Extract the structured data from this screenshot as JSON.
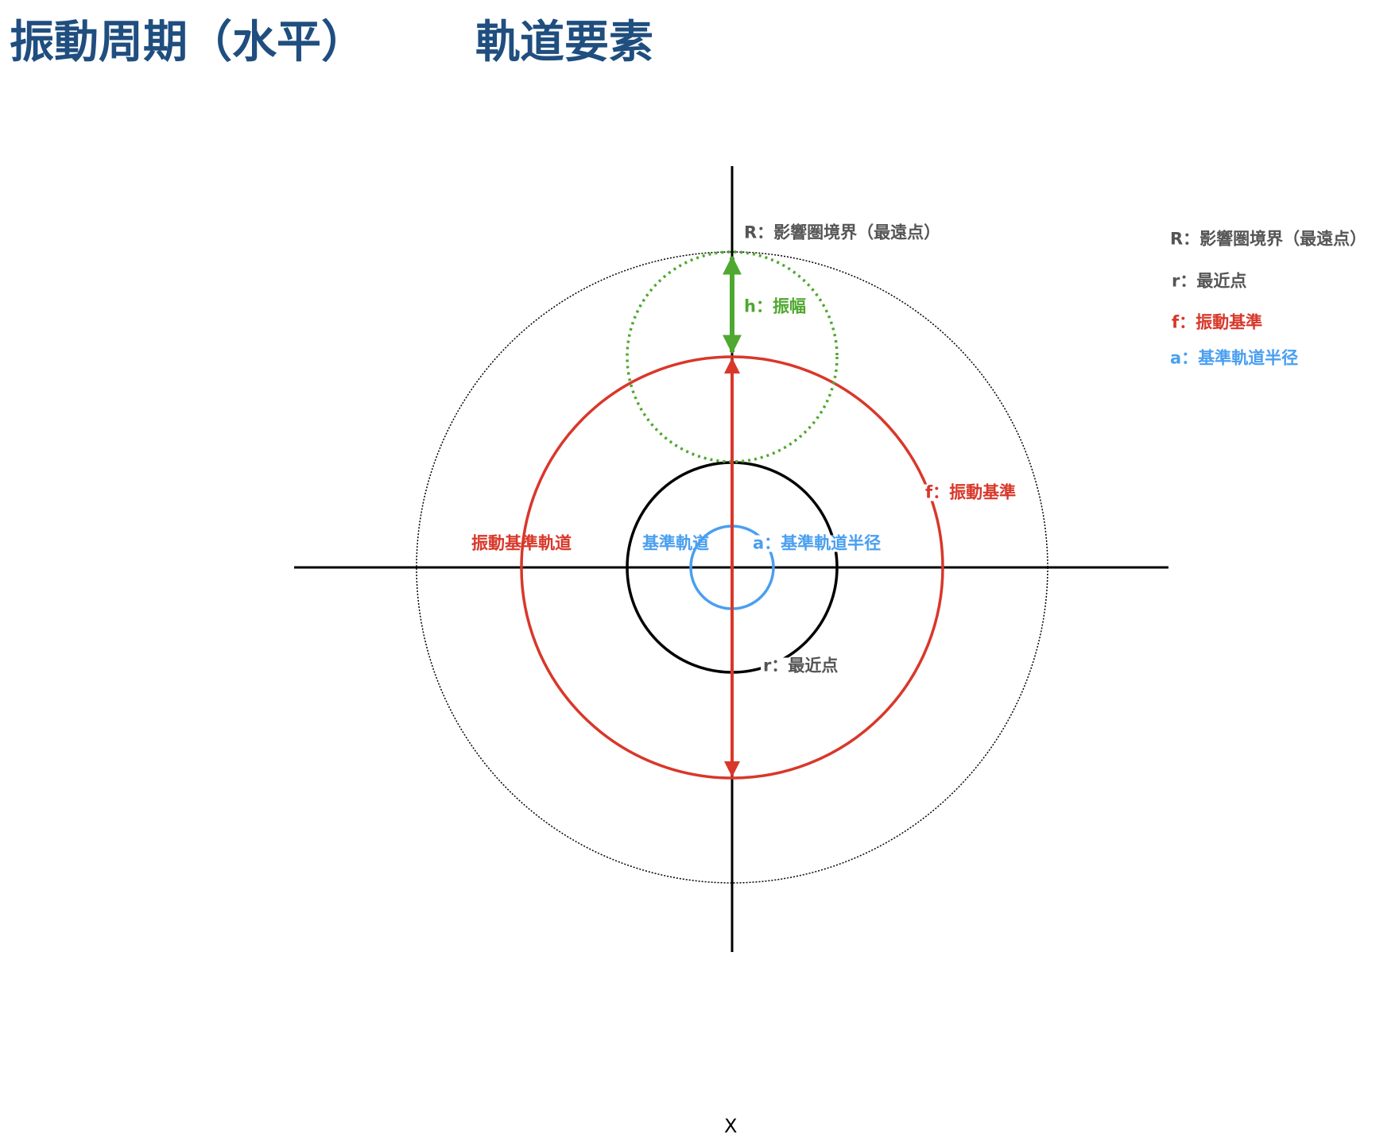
{
  "header": {
    "title_left": "振動周期（水平）",
    "title_right": "軌道要素"
  },
  "diagram": {
    "label_R": "R：影響圏境界（最遠点）",
    "label_h": "h：振幅",
    "label_f": "f：振動基準",
    "label_f_orbit": "振動基準軌道",
    "label_base_orbit": "基準軌道",
    "label_a": "a：基準軌道半径",
    "label_r": "r：最近点",
    "x_axis": "X"
  },
  "legend": [
    {
      "text": "R：影響圏境界（最遠点）",
      "color": "#555555"
    },
    {
      "text": "r：最近点",
      "color": "#555555"
    },
    {
      "text": "f：振動基準",
      "color": "#d9372a"
    },
    {
      "text": "a：基準軌道半径",
      "color": "#4a9ff0"
    }
  ],
  "colors": {
    "title": "#1f4e7f",
    "red": "#d9372a",
    "green": "#4fa82f",
    "blue": "#4a9ff0"
  }
}
